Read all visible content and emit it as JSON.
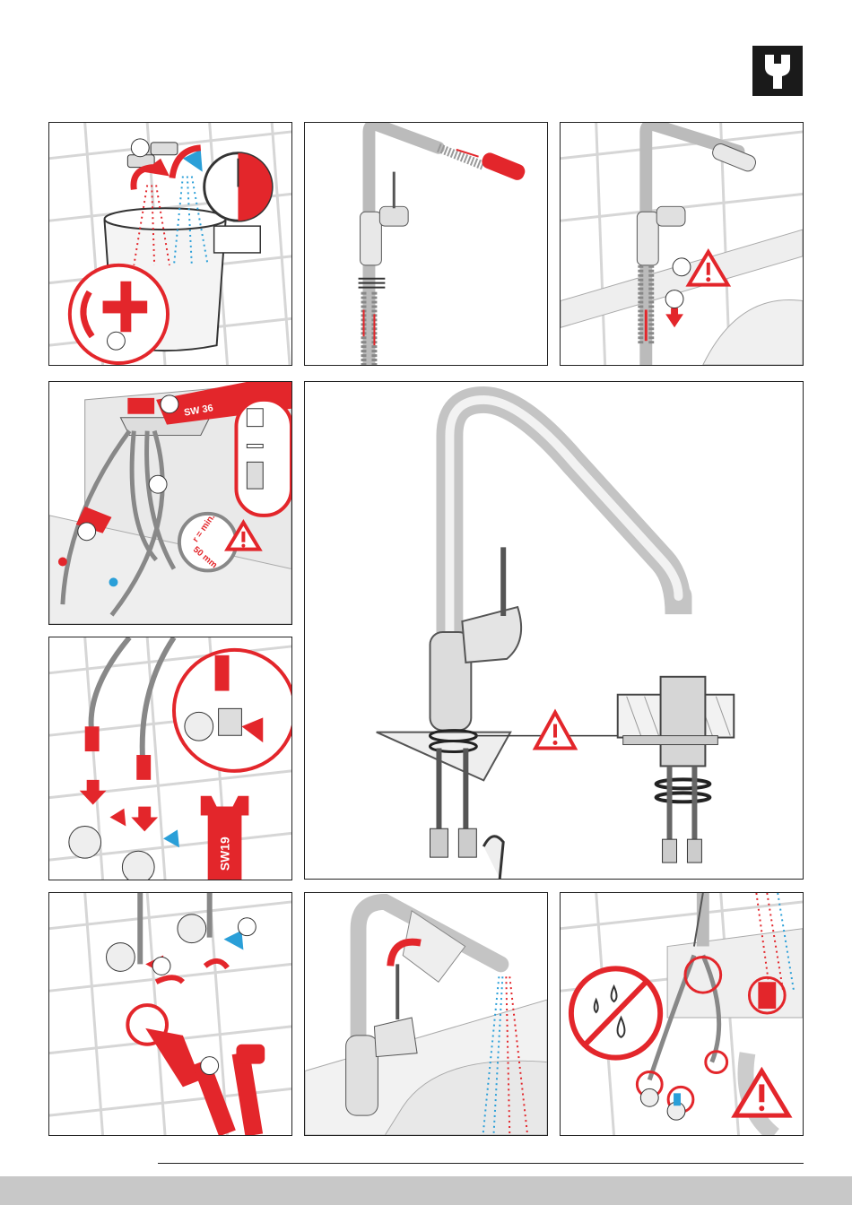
{
  "icons": {
    "tool_badge": "wrench-icon",
    "warning": "warning-triangle-icon",
    "stopwatch": "stopwatch-icon",
    "no_drip": "no-drip-icon"
  },
  "colors": {
    "accent_red": "#e3262b",
    "accent_blue": "#2a9fd8",
    "grid_gray": "#d6d6d6",
    "frame": "#222222",
    "badge_bg": "#1a1a1a"
  },
  "labels": {
    "wrench_36": "SW 36",
    "wrench_19": "SW19",
    "min_radius": "r = min.",
    "min_radius_value": "50 mm"
  }
}
